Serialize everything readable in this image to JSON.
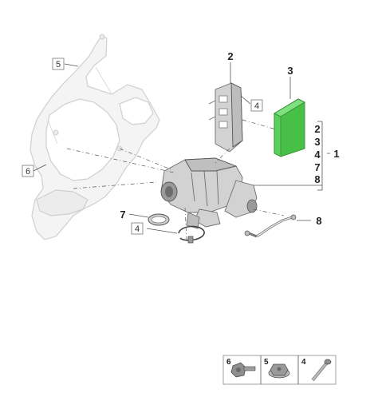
{
  "callouts": {
    "frame": "5",
    "bracket_top": "2",
    "bracket_screw": "4",
    "filter": "3",
    "frame_left": "6",
    "group_items": [
      "2",
      "3",
      "4",
      "7",
      "8"
    ],
    "group_total": "1",
    "seal_ring": "7",
    "clamp_screw": "4",
    "hose": "8"
  },
  "hardware_table": {
    "cells": [
      "6",
      "5",
      "4"
    ]
  },
  "colors": {
    "highlight": "#5ad05a",
    "part": "#d2d2d2",
    "frame": "#f4f4f4"
  }
}
